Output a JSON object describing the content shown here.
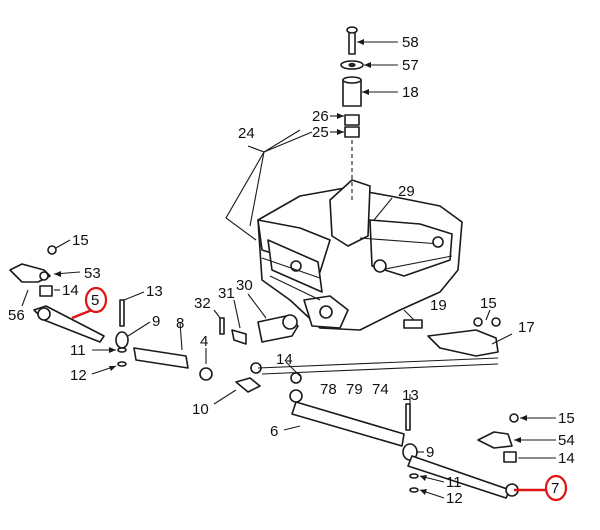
{
  "callouts": {
    "c58": "58",
    "c57": "57",
    "c18": "18",
    "c26": "26",
    "c25": "25",
    "c24": "24",
    "c29": "29",
    "c15a": "15",
    "c53": "53",
    "c14a": "14",
    "c56": "56",
    "c5": "5",
    "c13a": "13",
    "c9a": "9",
    "c8": "8",
    "c11a": "11",
    "c12a": "12",
    "c32": "32",
    "c31": "31",
    "c30": "30",
    "c4": "4",
    "c10": "10",
    "c19": "19",
    "c15b": "15",
    "c17": "17",
    "c14b": "14",
    "c78": "78",
    "c79": "79",
    "c74": "74",
    "c13b": "13",
    "c6": "6",
    "c9b": "9",
    "c15c": "15",
    "c54": "54",
    "c14c": "14",
    "c11b": "11",
    "c12b": "12",
    "c7": "7"
  },
  "highlight_color": "#e01414",
  "line_color": "#1a1a1a"
}
